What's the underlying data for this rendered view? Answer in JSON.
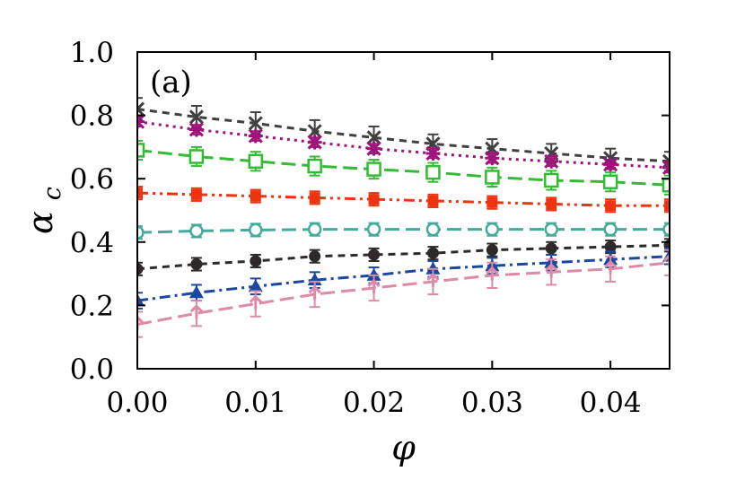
{
  "chart_data": {
    "type": "line",
    "panel_label": "(a)",
    "xlabel": "φ",
    "ylabel": "α",
    "ylabel_sub": "c",
    "xlim": [
      0.0,
      0.045
    ],
    "ylim": [
      0.0,
      1.0
    ],
    "xticks": [
      0.0,
      0.01,
      0.02,
      0.03,
      0.04
    ],
    "xtick_labels": [
      "0.00",
      "0.01",
      "0.02",
      "0.03",
      "0.04"
    ],
    "yticks": [
      0.0,
      0.2,
      0.4,
      0.6,
      0.8,
      1.0
    ],
    "ytick_labels": [
      "0.0",
      "0.2",
      "0.4",
      "0.6",
      "0.8",
      "1.0"
    ],
    "grid": false,
    "x": [
      0.0,
      0.005,
      0.01,
      0.015,
      0.02,
      0.025,
      0.03,
      0.035,
      0.04,
      0.045
    ],
    "series": [
      {
        "marker": "x",
        "color": "#404040",
        "dash": "short-dash",
        "values": [
          0.82,
          0.795,
          0.775,
          0.75,
          0.73,
          0.71,
          0.695,
          0.68,
          0.665,
          0.655
        ],
        "errors": [
          0.035,
          0.035,
          0.035,
          0.035,
          0.035,
          0.03,
          0.03,
          0.03,
          0.03,
          0.03
        ]
      },
      {
        "marker": "star",
        "color": "#a0137a",
        "dash": "dotted",
        "values": [
          0.78,
          0.755,
          0.735,
          0.715,
          0.695,
          0.68,
          0.665,
          0.655,
          0.645,
          0.635
        ],
        "errors": [
          0.015,
          0.015,
          0.015,
          0.015,
          0.015,
          0.015,
          0.015,
          0.015,
          0.015,
          0.015
        ]
      },
      {
        "marker": "open-square",
        "color": "#33bb33",
        "dash": "long-dash",
        "values": [
          0.69,
          0.67,
          0.655,
          0.64,
          0.63,
          0.62,
          0.605,
          0.595,
          0.59,
          0.58
        ],
        "errors": [
          0.03,
          0.03,
          0.03,
          0.03,
          0.03,
          0.03,
          0.03,
          0.03,
          0.03,
          0.03
        ]
      },
      {
        "marker": "filled-square",
        "color": "#ee3311",
        "dash": "dash-dot-dot",
        "values": [
          0.555,
          0.55,
          0.545,
          0.54,
          0.535,
          0.53,
          0.525,
          0.52,
          0.515,
          0.515
        ],
        "errors": [
          0.02,
          0.02,
          0.02,
          0.02,
          0.02,
          0.02,
          0.02,
          0.02,
          0.02,
          0.02
        ]
      },
      {
        "marker": "open-circle",
        "color": "#44aa99",
        "dash": "long-dash",
        "values": [
          0.43,
          0.435,
          0.438,
          0.44,
          0.44,
          0.44,
          0.44,
          0.44,
          0.44,
          0.44
        ],
        "errors": [
          0.02,
          0.02,
          0.02,
          0.02,
          0.02,
          0.02,
          0.02,
          0.02,
          0.02,
          0.02
        ]
      },
      {
        "marker": "filled-circle",
        "color": "#2e2a2a",
        "dash": "short-dash",
        "values": [
          0.315,
          0.33,
          0.34,
          0.355,
          0.36,
          0.365,
          0.375,
          0.38,
          0.385,
          0.39
        ],
        "errors": [
          0.02,
          0.02,
          0.02,
          0.02,
          0.02,
          0.02,
          0.02,
          0.02,
          0.02,
          0.02
        ]
      },
      {
        "marker": "filled-triangle",
        "color": "#1a47a0",
        "dash": "dash-dot",
        "values": [
          0.215,
          0.24,
          0.26,
          0.28,
          0.295,
          0.315,
          0.325,
          0.335,
          0.345,
          0.355
        ],
        "errors": [
          0.025,
          0.025,
          0.025,
          0.025,
          0.025,
          0.025,
          0.025,
          0.025,
          0.025,
          0.025
        ]
      },
      {
        "marker": "tri-up",
        "color": "#dd8aa8",
        "dash": "long-dash",
        "values": [
          0.14,
          0.175,
          0.205,
          0.235,
          0.255,
          0.275,
          0.295,
          0.305,
          0.315,
          0.335
        ],
        "errors": [
          0.04,
          0.04,
          0.04,
          0.04,
          0.04,
          0.04,
          0.04,
          0.04,
          0.04,
          0.04
        ]
      }
    ]
  }
}
